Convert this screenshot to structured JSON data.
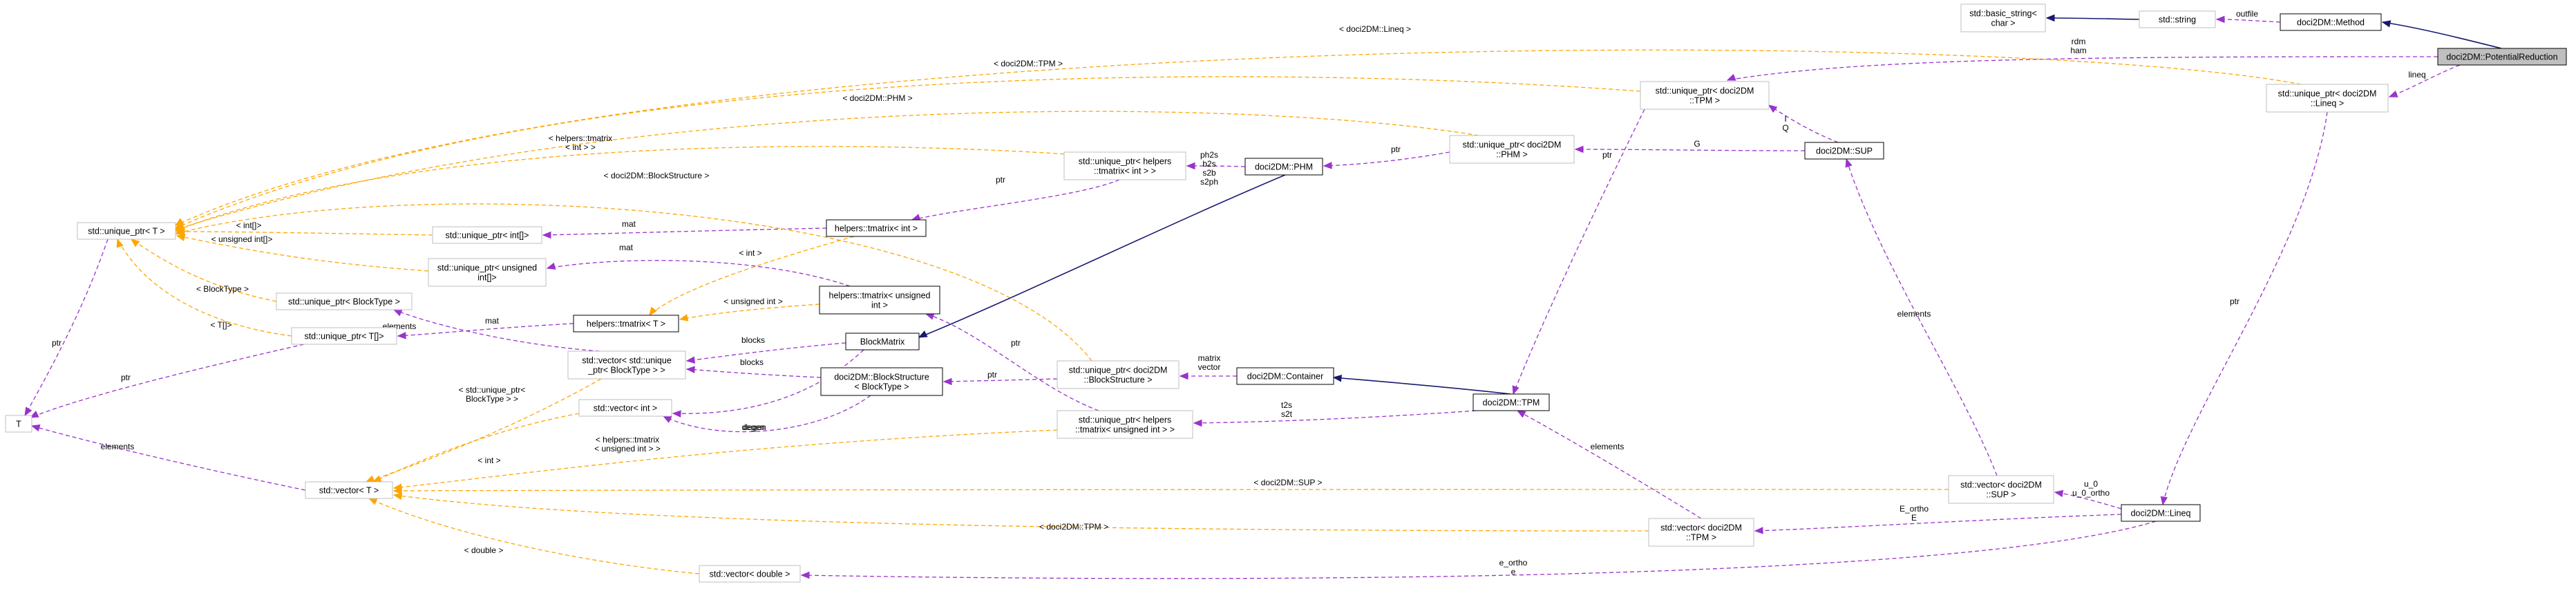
{
  "colors": {
    "member": "#9a32cd",
    "template": "#ffa500",
    "inherit": "#191970",
    "highlight": "#bfbfbf"
  },
  "nodes": [
    {
      "id": "PotentialReduction",
      "lines": [
        "doci2DM::PotentialReduction"
      ],
      "style": "highlight"
    },
    {
      "id": "Method",
      "lines": [
        "doci2DM::Method"
      ],
      "style": "dark"
    },
    {
      "id": "string",
      "lines": [
        "std::string"
      ],
      "style": "light"
    },
    {
      "id": "basic_string",
      "lines": [
        "std::basic_string<",
        "char >"
      ],
      "style": "light"
    },
    {
      "id": "up_TPM",
      "lines": [
        "std::unique_ptr< doci2DM",
        "::TPM >"
      ],
      "style": "light"
    },
    {
      "id": "up_Lineq",
      "lines": [
        "std::unique_ptr< doci2DM",
        "::Lineq >"
      ],
      "style": "light"
    },
    {
      "id": "SUP",
      "lines": [
        "doci2DM::SUP"
      ],
      "style": "dark"
    },
    {
      "id": "up_PHM",
      "lines": [
        "std::unique_ptr< doci2DM",
        "::PHM >"
      ],
      "style": "light"
    },
    {
      "id": "PHM",
      "lines": [
        "doci2DM::PHM"
      ],
      "style": "dark"
    },
    {
      "id": "up_helpers_int",
      "lines": [
        "std::unique_ptr< helpers",
        "::tmatrix< int > >"
      ],
      "style": "light"
    },
    {
      "id": "tmatrix_int",
      "lines": [
        "helpers::tmatrix< int >"
      ],
      "style": "dark"
    },
    {
      "id": "up_T",
      "lines": [
        "std::unique_ptr< T >"
      ],
      "style": "light"
    },
    {
      "id": "up_intarr",
      "lines": [
        "std::unique_ptr< int[]>"
      ],
      "style": "light"
    },
    {
      "id": "up_uintarr",
      "lines": [
        "std::unique_ptr< unsigned",
        "int[]>"
      ],
      "style": "light"
    },
    {
      "id": "up_BlockType",
      "lines": [
        "std::unique_ptr< BlockType >"
      ],
      "style": "light"
    },
    {
      "id": "up_Tarr",
      "lines": [
        "std::unique_ptr< T[]>"
      ],
      "style": "light"
    },
    {
      "id": "tmatrix_T",
      "lines": [
        "helpers::tmatrix< T >"
      ],
      "style": "dark"
    },
    {
      "id": "tmatrix_uint",
      "lines": [
        "helpers::tmatrix< unsigned",
        "int >"
      ],
      "style": "dark"
    },
    {
      "id": "BlockMatrix",
      "lines": [
        "BlockMatrix"
      ],
      "style": "dark"
    },
    {
      "id": "vec_up_BlockType",
      "lines": [
        "std::vector< std::unique",
        "_ptr< BlockType > >"
      ],
      "style": "light"
    },
    {
      "id": "up_BlockStructure",
      "lines": [
        "std::unique_ptr< doci2DM",
        "::BlockStructure >"
      ],
      "style": "light"
    },
    {
      "id": "BlockStructure",
      "lines": [
        "doci2DM::BlockStructure",
        "< BlockType >"
      ],
      "style": "dark"
    },
    {
      "id": "Container",
      "lines": [
        "doci2DM::Container"
      ],
      "style": "dark"
    },
    {
      "id": "TPM",
      "lines": [
        "doci2DM::TPM"
      ],
      "style": "dark"
    },
    {
      "id": "vec_int",
      "lines": [
        "std::vector< int >"
      ],
      "style": "light"
    },
    {
      "id": "up_helpers_uint",
      "lines": [
        "std::unique_ptr< helpers",
        "::tmatrix< unsigned int > >"
      ],
      "style": "light"
    },
    {
      "id": "T",
      "lines": [
        "T"
      ],
      "style": "light"
    },
    {
      "id": "vec_T",
      "lines": [
        "std::vector< T >"
      ],
      "style": "light"
    },
    {
      "id": "vec_SUP",
      "lines": [
        "std::vector< doci2DM",
        "::SUP >"
      ],
      "style": "light"
    },
    {
      "id": "Lineq",
      "lines": [
        "doci2DM::Lineq"
      ],
      "style": "dark"
    },
    {
      "id": "vec_TPM",
      "lines": [
        "std::vector< doci2DM",
        "::TPM >"
      ],
      "style": "light"
    },
    {
      "id": "vec_double",
      "lines": [
        "std::vector< double >"
      ],
      "style": "light"
    }
  ],
  "edges": [
    {
      "id": "e1",
      "kind": "inherit",
      "from": "PotentialReduction",
      "to": "Method",
      "labels": []
    },
    {
      "id": "e2",
      "kind": "member",
      "from": "Method",
      "to": "string",
      "labels": [
        "outfile"
      ]
    },
    {
      "id": "e3",
      "kind": "inherit",
      "from": "string",
      "to": "basic_string",
      "labels": []
    },
    {
      "id": "e4",
      "kind": "member",
      "from": "PotentialReduction",
      "to": "up_TPM",
      "labels": [
        "rdm",
        "ham"
      ]
    },
    {
      "id": "e5",
      "kind": "member",
      "from": "PotentialReduction",
      "to": "up_Lineq",
      "labels": [
        "lineq"
      ]
    },
    {
      "id": "e6",
      "kind": "template",
      "from": "up_Lineq",
      "to": "up_T",
      "labels": [
        "< doci2DM::Lineq >"
      ]
    },
    {
      "id": "e7",
      "kind": "template",
      "from": "up_TPM",
      "to": "up_T",
      "labels": [
        "< doci2DM::TPM >"
      ]
    },
    {
      "id": "e8",
      "kind": "member",
      "from": "SUP",
      "to": "up_TPM",
      "labels": [
        "I",
        "Q"
      ]
    },
    {
      "id": "e9",
      "kind": "member",
      "from": "SUP",
      "to": "up_PHM",
      "labels": [
        "G"
      ]
    },
    {
      "id": "e10",
      "kind": "template",
      "from": "up_PHM",
      "to": "up_T",
      "labels": [
        "< doci2DM::PHM >"
      ]
    },
    {
      "id": "e11",
      "kind": "member",
      "from": "up_PHM",
      "to": "PHM",
      "labels": [
        "ptr"
      ]
    },
    {
      "id": "e12",
      "kind": "member",
      "from": "PHM",
      "to": "up_helpers_int",
      "labels": [
        "ph2s",
        "b2s",
        "s2b",
        "s2ph"
      ]
    },
    {
      "id": "e13",
      "kind": "template",
      "from": "up_helpers_int",
      "to": "up_T",
      "labels": [
        "< helpers::tmatrix",
        "< int > >"
      ]
    },
    {
      "id": "e14",
      "kind": "member",
      "from": "up_helpers_int",
      "to": "tmatrix_int",
      "labels": [
        "ptr"
      ]
    },
    {
      "id": "e15",
      "kind": "member",
      "from": "tmatrix_int",
      "to": "up_intarr",
      "labels": [
        "mat"
      ]
    },
    {
      "id": "e16",
      "kind": "template",
      "from": "up_intarr",
      "to": "up_T",
      "labels": [
        "< int[]>"
      ]
    },
    {
      "id": "e17",
      "kind": "template",
      "from": "up_uintarr",
      "to": "up_T",
      "labels": [
        "< unsigned int[]>"
      ]
    },
    {
      "id": "e18",
      "kind": "member",
      "from": "tmatrix_uint",
      "to": "up_uintarr",
      "labels": [
        "mat"
      ]
    },
    {
      "id": "e19",
      "kind": "template",
      "from": "tmatrix_int",
      "to": "tmatrix_T",
      "labels": [
        "< int >"
      ]
    },
    {
      "id": "e20",
      "kind": "template",
      "from": "tmatrix_uint",
      "to": "tmatrix_T",
      "labels": [
        "< unsigned int >"
      ]
    },
    {
      "id": "e21",
      "kind": "member",
      "from": "tmatrix_T",
      "to": "up_Tarr",
      "labels": [
        "mat"
      ]
    },
    {
      "id": "e22",
      "kind": "template",
      "from": "up_BlockType",
      "to": "up_T",
      "labels": [
        "< BlockType >"
      ]
    },
    {
      "id": "e23",
      "kind": "template",
      "from": "up_Tarr",
      "to": "up_T",
      "labels": [
        "< T[]>"
      ]
    },
    {
      "id": "e24",
      "kind": "template",
      "from": "up_BlockStructure",
      "to": "up_T",
      "labels": [
        "< doci2DM::BlockStructure >"
      ]
    },
    {
      "id": "e25",
      "kind": "member",
      "from": "up_T",
      "to": "T",
      "labels": [
        "ptr"
      ]
    },
    {
      "id": "e26",
      "kind": "member",
      "from": "up_Tarr",
      "to": "T",
      "labels": [
        "ptr"
      ]
    },
    {
      "id": "e27",
      "kind": "member",
      "from": "vec_up_BlockType",
      "to": "up_BlockType",
      "labels": [
        "elements"
      ]
    },
    {
      "id": "e28",
      "kind": "inherit",
      "from": "PHM",
      "to": "BlockMatrix",
      "labels": []
    },
    {
      "id": "e29",
      "kind": "member",
      "from": "BlockMatrix",
      "to": "vec_up_BlockType",
      "labels": [
        "blocks"
      ]
    },
    {
      "id": "e30",
      "kind": "member",
      "from": "BlockStructure",
      "to": "vec_up_BlockType",
      "labels": [
        "blocks"
      ]
    },
    {
      "id": "e31",
      "kind": "member",
      "from": "BlockMatrix",
      "to": "vec_int",
      "labels": [
        "degen"
      ]
    },
    {
      "id": "e32",
      "kind": "member",
      "from": "BlockStructure",
      "to": "vec_int",
      "labels": [
        "degen"
      ]
    },
    {
      "id": "e33",
      "kind": "member",
      "from": "up_BlockStructure",
      "to": "BlockStructure",
      "labels": [
        "ptr"
      ]
    },
    {
      "id": "e34",
      "kind": "member",
      "from": "Container",
      "to": "up_BlockStructure",
      "labels": [
        "matrix",
        "vector"
      ]
    },
    {
      "id": "e35",
      "kind": "inherit",
      "from": "TPM",
      "to": "Container",
      "labels": []
    },
    {
      "id": "e36",
      "kind": "member",
      "from": "up_TPM",
      "to": "TPM",
      "labels": [
        "ptr"
      ]
    },
    {
      "id": "e37",
      "kind": "member",
      "from": "TPM",
      "to": "up_helpers_uint",
      "labels": [
        "t2s",
        "s2t"
      ]
    },
    {
      "id": "e38",
      "kind": "member",
      "from": "up_helpers_uint",
      "to": "tmatrix_uint",
      "labels": [
        "ptr"
      ]
    },
    {
      "id": "e39",
      "kind": "template",
      "from": "up_helpers_uint",
      "to": "vec_T",
      "labels": [
        "< helpers::tmatrix",
        "< unsigned int > >"
      ]
    },
    {
      "id": "e40",
      "kind": "template",
      "from": "vec_up_BlockType",
      "to": "vec_T",
      "labels": [
        "< std::unique_ptr<",
        "BlockType > >"
      ]
    },
    {
      "id": "e41",
      "kind": "template",
      "from": "vec_int",
      "to": "vec_T",
      "labels": [
        "< int >"
      ]
    },
    {
      "id": "e42",
      "kind": "member",
      "from": "vec_T",
      "to": "T",
      "labels": [
        "elements"
      ]
    },
    {
      "id": "e43",
      "kind": "template",
      "from": "vec_SUP",
      "to": "vec_T",
      "labels": [
        "< doci2DM::SUP >"
      ]
    },
    {
      "id": "e44",
      "kind": "template",
      "from": "vec_TPM",
      "to": "vec_T",
      "labels": [
        "< doci2DM::TPM >"
      ]
    },
    {
      "id": "e45",
      "kind": "template",
      "from": "vec_double",
      "to": "vec_T",
      "labels": [
        "< double >"
      ]
    },
    {
      "id": "e46",
      "kind": "member",
      "from": "vec_SUP",
      "to": "SUP",
      "labels": [
        "elements"
      ]
    },
    {
      "id": "e47",
      "kind": "member",
      "from": "vec_TPM",
      "to": "TPM",
      "labels": [
        "elements"
      ]
    },
    {
      "id": "e48",
      "kind": "member",
      "from": "Lineq",
      "to": "vec_SUP",
      "labels": [
        "u_0",
        "u_0_ortho"
      ]
    },
    {
      "id": "e49",
      "kind": "member",
      "from": "Lineq",
      "to": "vec_TPM",
      "labels": [
        "E_ortho",
        "E"
      ]
    },
    {
      "id": "e50",
      "kind": "member",
      "from": "Lineq",
      "to": "vec_double",
      "labels": [
        "e_ortho",
        "e"
      ]
    },
    {
      "id": "e51",
      "kind": "member",
      "from": "up_Lineq",
      "to": "Lineq",
      "labels": [
        "ptr"
      ]
    }
  ]
}
